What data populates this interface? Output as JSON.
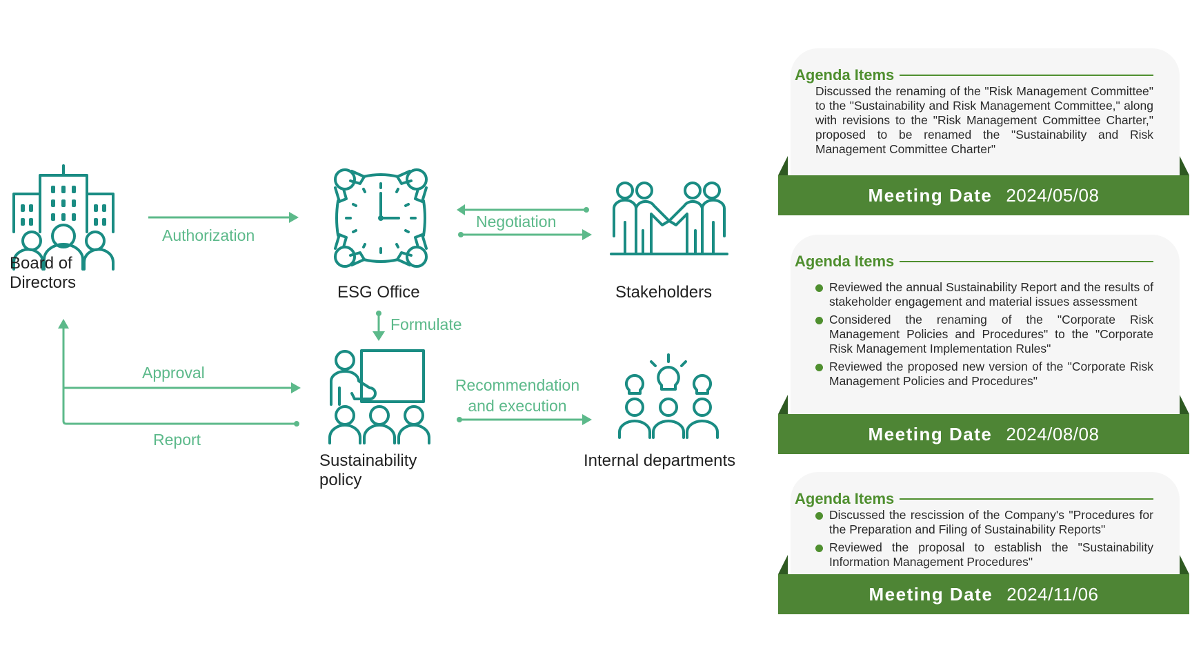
{
  "diagram": {
    "nodes": {
      "board": "Board of\nDirectors",
      "board_line1": "Board of",
      "board_line2": "Directors",
      "esg_office": "ESG Office",
      "stakeholders": "Stakeholders",
      "policy_line1": "Sustainability",
      "policy_line2": "policy",
      "internal": "Internal departments"
    },
    "flows": {
      "authorization": "Authorization",
      "negotiation": "Negotiation",
      "formulate": "Formulate",
      "approval": "Approval",
      "report": "Report",
      "recommendation_line1": "Recommendation",
      "recommendation_line2": "and execution"
    },
    "icons": {
      "board": "office-buildings-with-people-icon",
      "esg_office": "meeting-table-clock-icon",
      "stakeholders": "handshake-group-icon",
      "policy": "presenter-whiteboard-icon",
      "internal": "people-lightbulb-ideas-icon"
    },
    "colors": {
      "icon": "#1a8c83",
      "flow": "#5cb98a",
      "card_accent": "#4f8f2f",
      "band": "#4e8535",
      "card_bg": "#f6f6f6"
    }
  },
  "meetings": [
    {
      "title": "Agenda Items",
      "text": "Discussed the renaming of the \"Risk Management Committee\" to the \"Sustainability and Risk Management Committee,\" along with revisions to the \"Risk Management Committee Charter,\" proposed to be renamed the \"Sustainability and Risk Management Committee Charter\"",
      "items": [],
      "date_label": "Meeting Date",
      "date": "2024/05/08"
    },
    {
      "title": "Agenda Items",
      "text": "",
      "items": [
        "Reviewed the annual Sustainability Report and the results of stakeholder engagement and material issues assessment",
        "Considered the renaming of the \"Corporate Risk Management Policies and Procedures\" to the \"Corporate Risk Management Implementation Rules\"",
        "Reviewed the proposed new version of the \"Corporate Risk Management Policies and Procedures\""
      ],
      "date_label": "Meeting Date",
      "date": "2024/08/08"
    },
    {
      "title": "Agenda Items",
      "text": "",
      "items": [
        "Discussed the rescission of the Company's \"Procedures for the Preparation and Filing of Sustainability Reports\"",
        "Reviewed the proposal to establish the \"Sustainability Information Management Procedures\""
      ],
      "date_label": "Meeting Date",
      "date": "2024/11/06"
    }
  ]
}
